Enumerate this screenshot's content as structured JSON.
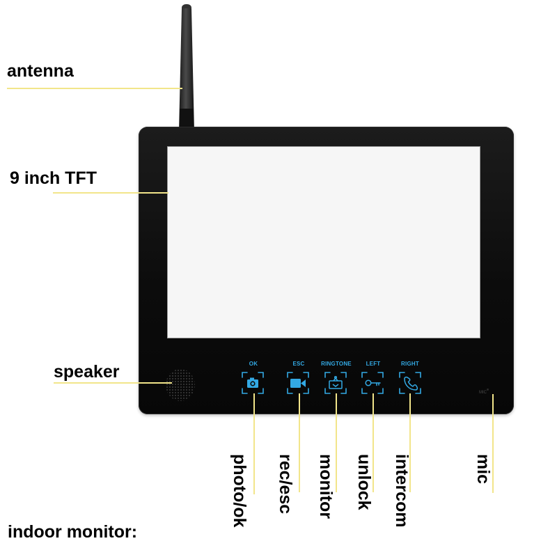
{
  "callouts": {
    "antenna": "antenna",
    "tft": "9 inch TFT",
    "speaker": "speaker"
  },
  "buttons": [
    {
      "label": "OK",
      "function": "photo/ok",
      "icon": "camera-icon"
    },
    {
      "label": "ESC",
      "function": "rec/esc",
      "icon": "video-camera-icon"
    },
    {
      "label": "RINGTONE",
      "function": "monitor",
      "icon": "monitor-icon"
    },
    {
      "label": "LEFT",
      "function": "unlock",
      "icon": "key-icon"
    },
    {
      "label": "RIGHT",
      "function": "intercom",
      "icon": "phone-icon"
    }
  ],
  "mic": {
    "device_text": "MIC",
    "function": "mic"
  },
  "footer": {
    "title": "indoor monitor:"
  },
  "colors": {
    "accent": "#33a9e4",
    "device": "#111111",
    "callout_line": "#f2e58a"
  }
}
